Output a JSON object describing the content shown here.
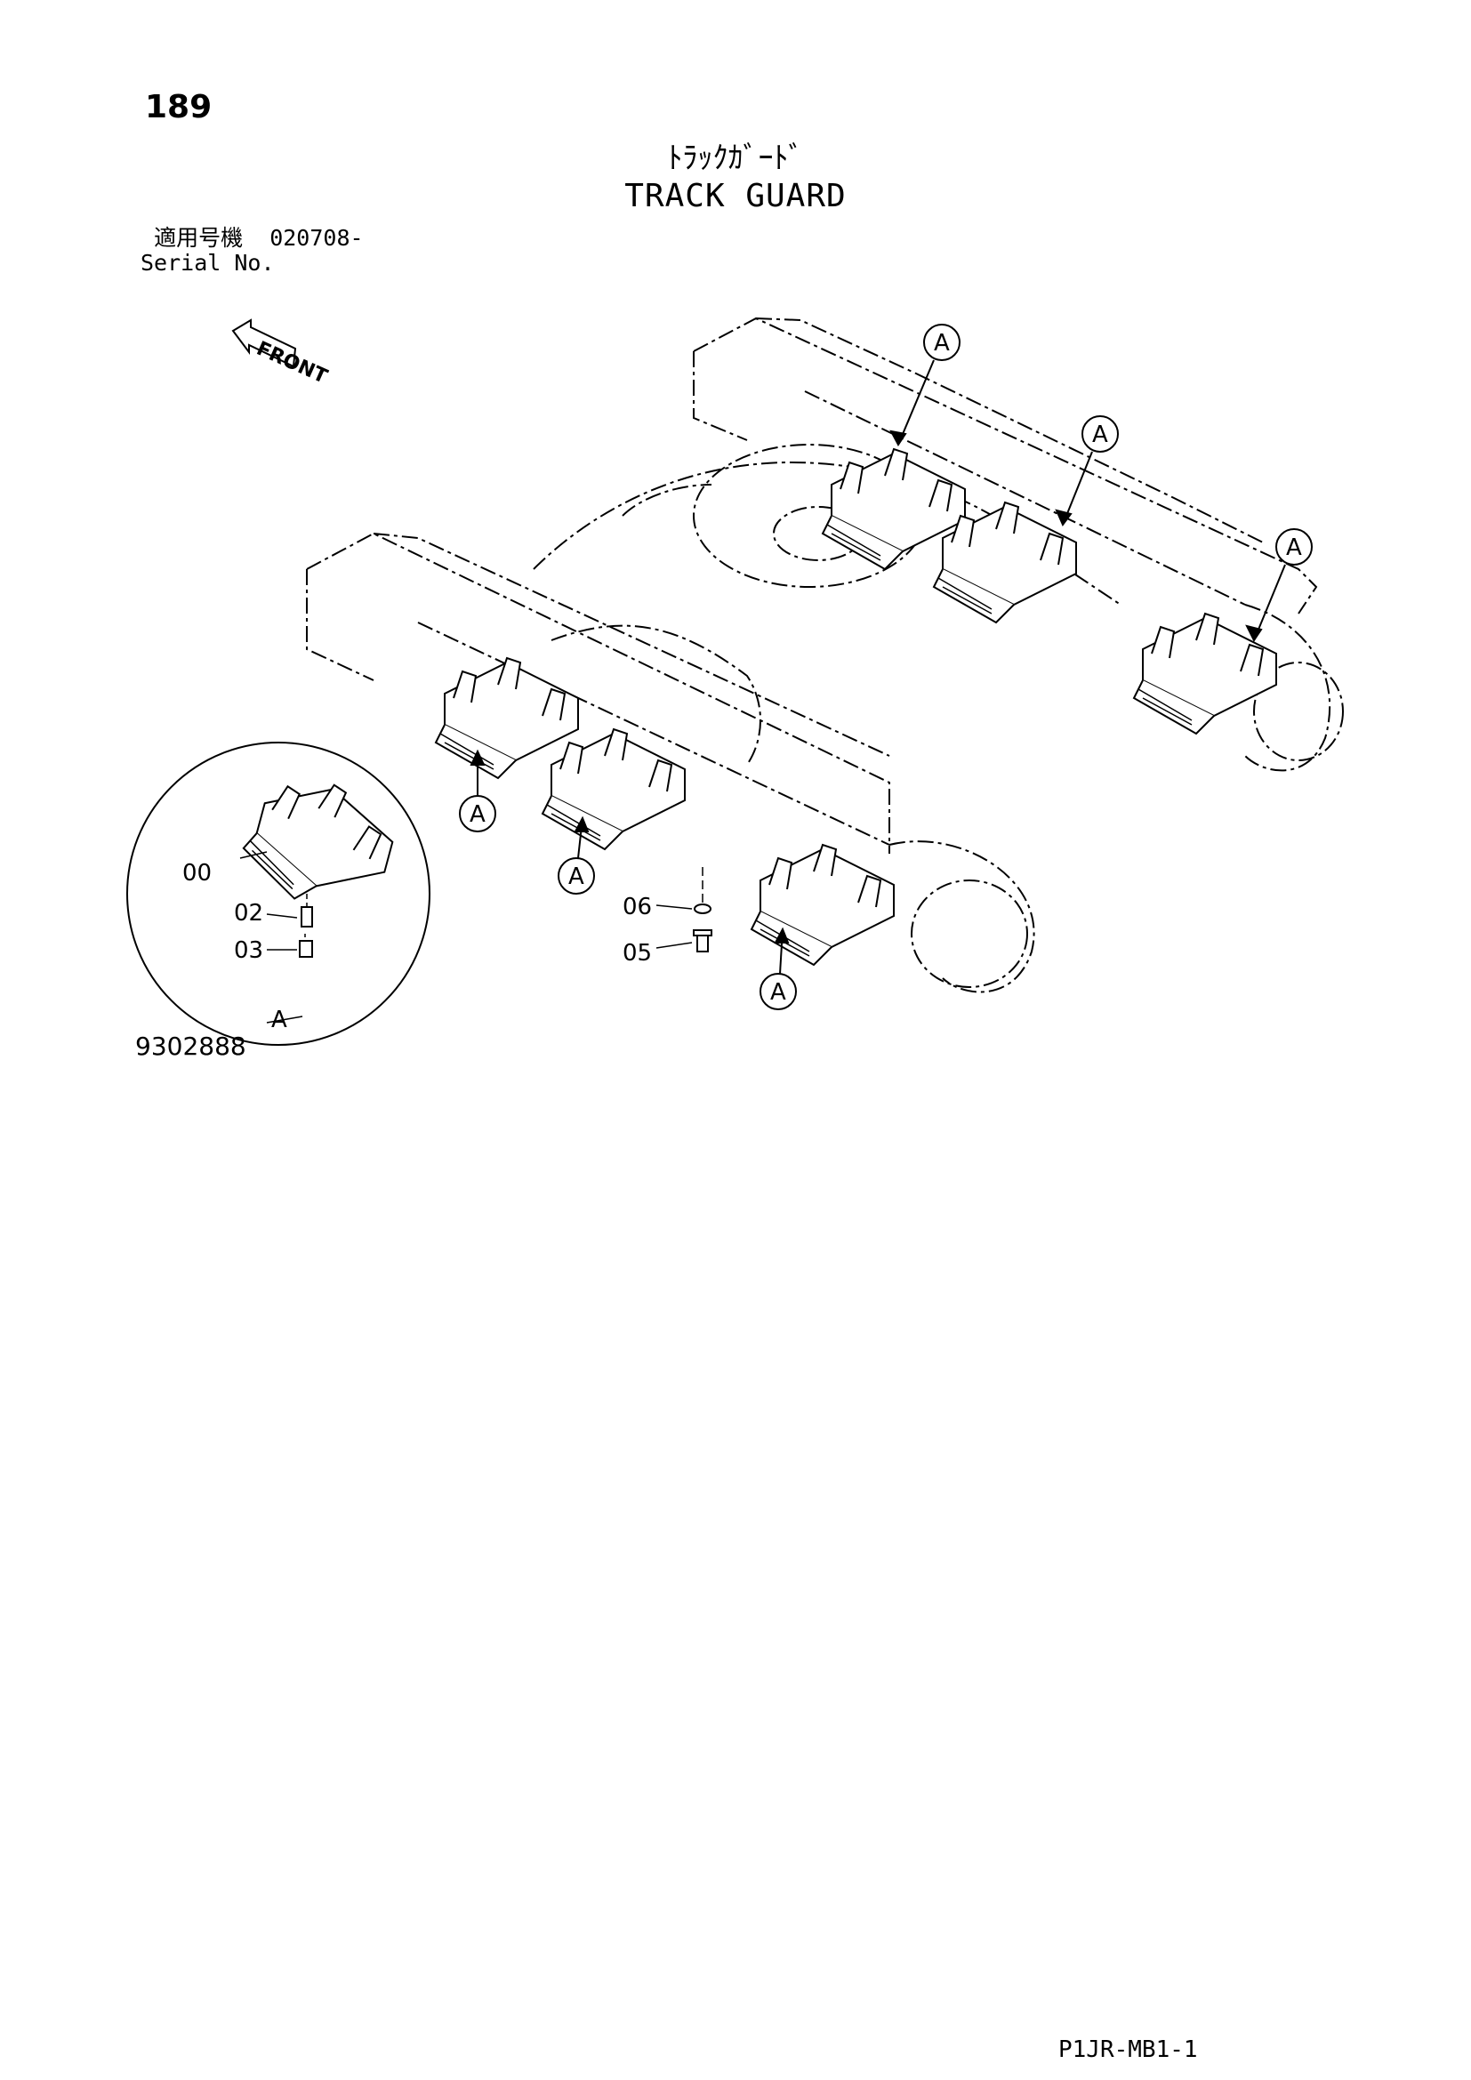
{
  "header": {
    "page_number": "189",
    "title_ja": "ﾄﾗｯｸｶﾞｰﾄﾞ",
    "title_en": "TRACK GUARD",
    "serial_label_ja": "適用号機",
    "serial_value": "020708-",
    "serial_label_en": "Serial No."
  },
  "diagram": {
    "direction_label": "FRONT",
    "detail_callout": "A",
    "callouts": [
      "A",
      "A",
      "A",
      "A",
      "A",
      "A"
    ],
    "detail_parts": [
      "00",
      "02",
      "03"
    ],
    "main_parts": [
      "06",
      "05"
    ]
  },
  "footer": {
    "drawing_number": "9302888",
    "page_code": "P1JR-MB1-1"
  }
}
